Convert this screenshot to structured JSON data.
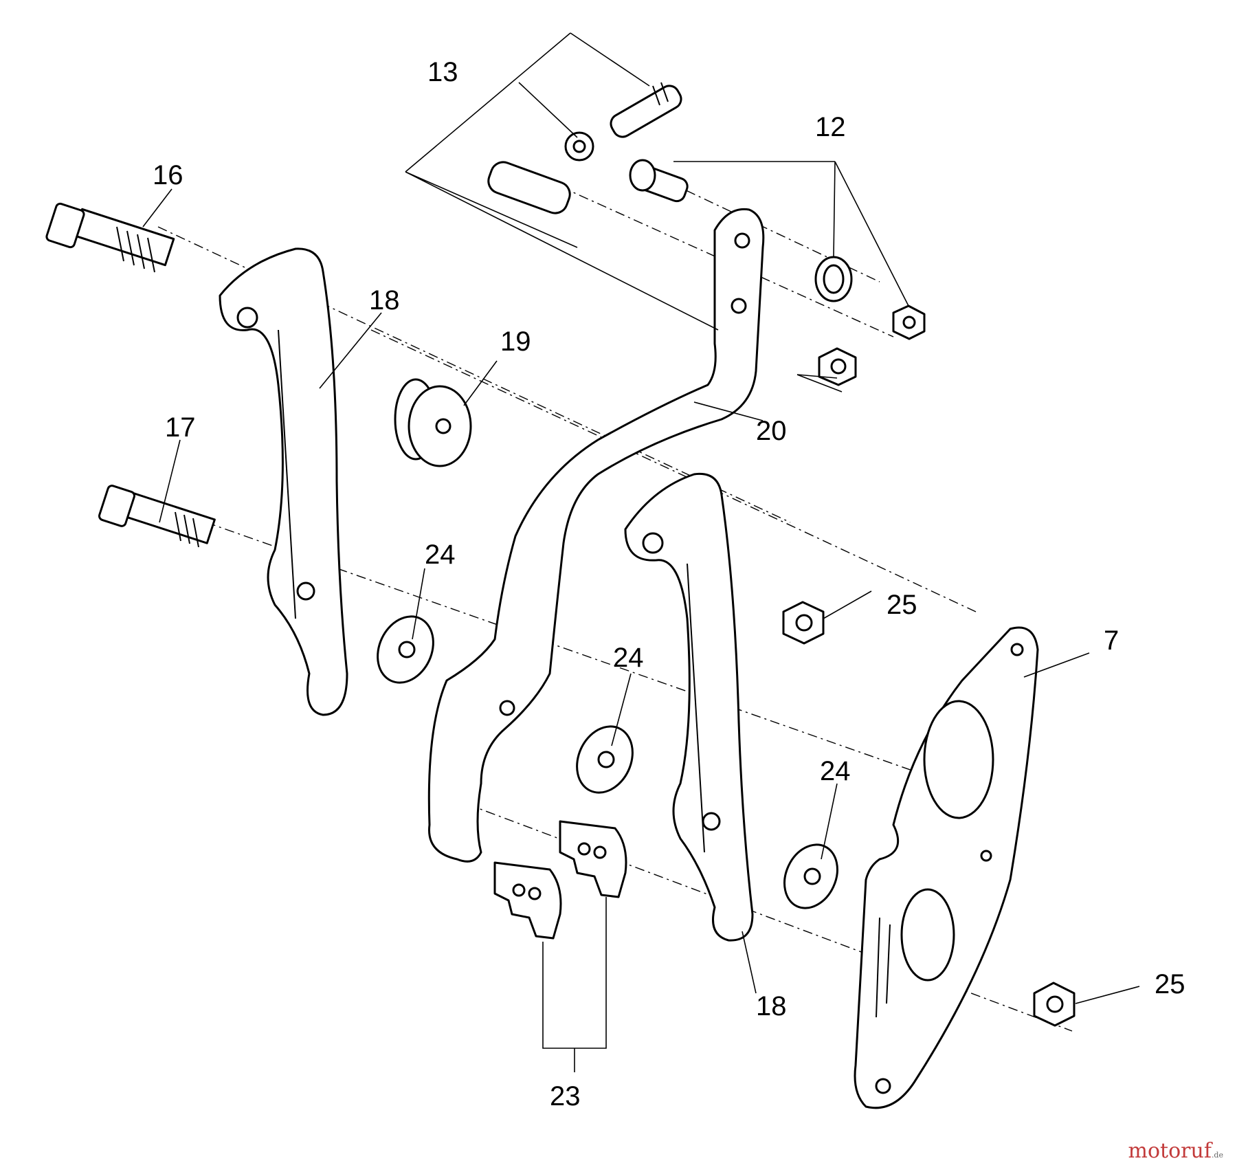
{
  "callouts": [
    {
      "id": "c12",
      "label": "12"
    },
    {
      "id": "c13",
      "label": "13"
    },
    {
      "id": "c16",
      "label": "16"
    },
    {
      "id": "c17",
      "label": "17"
    },
    {
      "id": "c18a",
      "label": "18"
    },
    {
      "id": "c18b",
      "label": "18"
    },
    {
      "id": "c19",
      "label": "19"
    },
    {
      "id": "c20",
      "label": "20"
    },
    {
      "id": "c23",
      "label": "23"
    },
    {
      "id": "c24a",
      "label": "24"
    },
    {
      "id": "c24b",
      "label": "24"
    },
    {
      "id": "c24c",
      "label": "24"
    },
    {
      "id": "c25a",
      "label": "25"
    },
    {
      "id": "c25b",
      "label": "25"
    },
    {
      "id": "c7",
      "label": "7"
    }
  ],
  "watermark": {
    "brand": "motoruf",
    "tld": ".de"
  }
}
